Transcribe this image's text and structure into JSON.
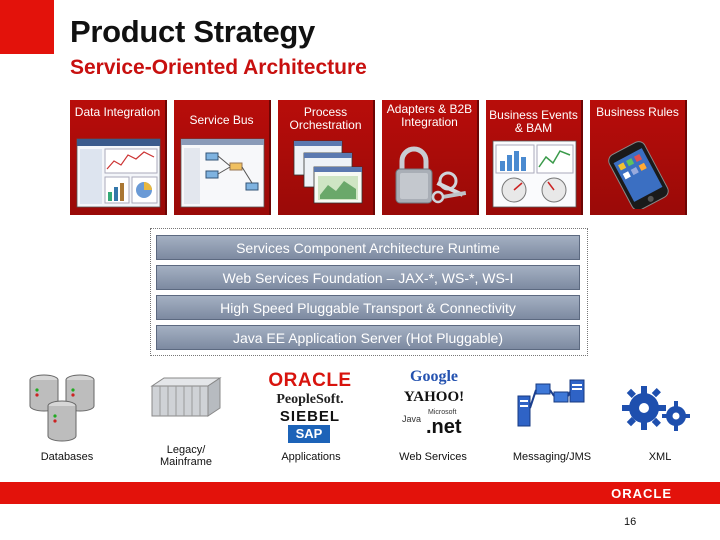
{
  "slide": {
    "title": "Product Strategy",
    "subtitle": "Service-Oriented Architecture",
    "page_number": "16"
  },
  "tiles": [
    {
      "label": "Data Integration",
      "art": "dashboard-screenshot"
    },
    {
      "label": "Service Bus",
      "art": "process-diagram-screenshot"
    },
    {
      "label": "Process Orchestration",
      "art": "stacked-windows"
    },
    {
      "label": "Adapters & B2B Integration",
      "art": "padlock-and-keys"
    },
    {
      "label": "Business Events & BAM",
      "art": "charts-dashboard"
    },
    {
      "label": "Business Rules",
      "art": "smartphone"
    }
  ],
  "runtime_stack": [
    "Services Component Architecture Runtime",
    "Web Services Foundation – JAX-*, WS-*, WS-I",
    "High Speed Pluggable Transport & Connectivity",
    "Java EE Application Server (Hot Pluggable)"
  ],
  "bottom_items": {
    "databases": "Databases",
    "mainframe": "Legacy/ Mainframe",
    "applications": "Applications",
    "web_services": "Web Services",
    "messaging": "Messaging/JMS",
    "xml": "XML"
  },
  "logos": {
    "oracle": "ORACLE",
    "peoplesoft": "PeopleSoft.",
    "siebel": "SIEBEL",
    "sap": "SAP",
    "google": "Google",
    "yahoo": "YAHOO!",
    "java": "Java",
    "microsoft": "Microsoft",
    "dotnet": ".net"
  },
  "footer": {
    "logo": "ORACLE"
  },
  "colors": {
    "accent_red": "#e3120b",
    "tile_red": "#b80d0a",
    "stack_bar": "#8e9ab0"
  }
}
